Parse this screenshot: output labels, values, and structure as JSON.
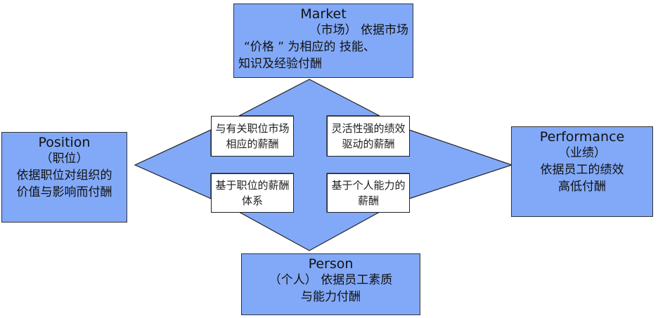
{
  "market": {
    "title": "Market",
    "lines": [
      "（市场） 依据市场",
      "“价格 ” 为相应的 技能、",
      "知识及经验付酬"
    ]
  },
  "position": {
    "title": "Position",
    "lines": [
      "（职位）",
      "依据职位对组织的",
      "价值与影响而付酬"
    ]
  },
  "performance": {
    "title": "Performance",
    "lines": [
      "（业绩）",
      "依据员工的绩效",
      "高低付酬"
    ]
  },
  "person": {
    "title": "Person",
    "lines": [
      "（个人） 依据员工素质",
      "与能力付酬"
    ]
  },
  "quadrants": {
    "top_left": "与有关职位市场相应的薪酬",
    "top_right": "灵活性强的绩效驱动的薪酬",
    "bottom_left": "基于职位的薪酬体系",
    "bottom_right": "基于个人能力的薪酬"
  },
  "colors": {
    "fill": "#82a9f8",
    "stroke": "#222222"
  }
}
